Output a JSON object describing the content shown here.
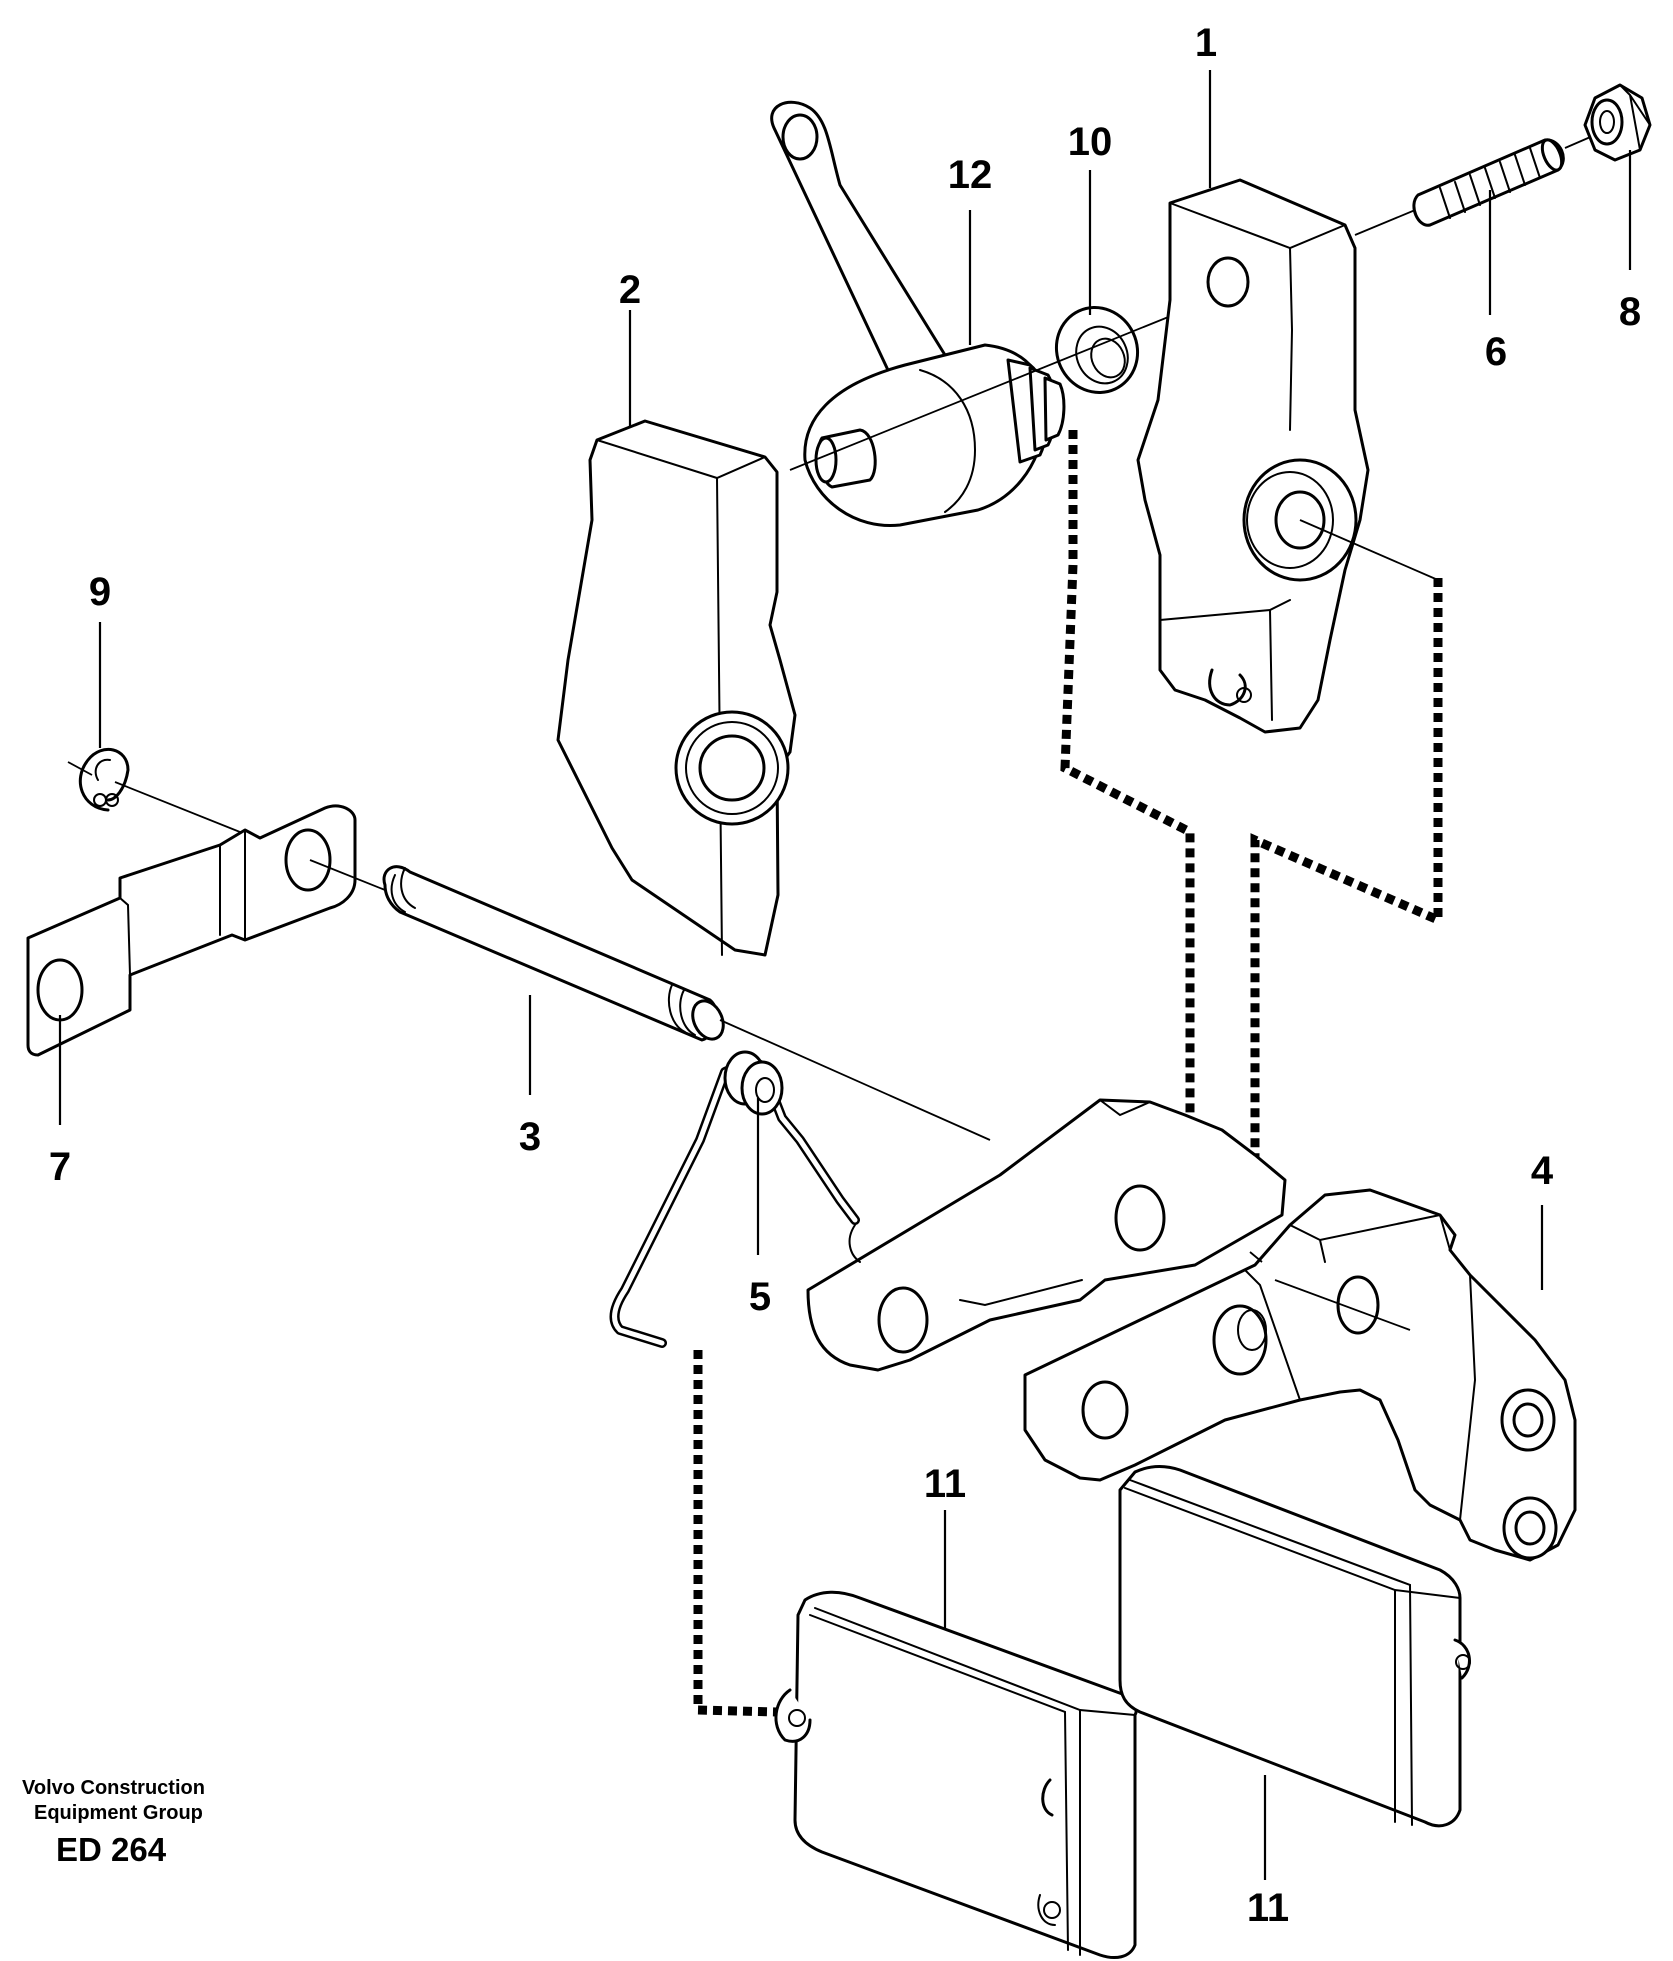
{
  "credit": {
    "line1": "Volvo Construction",
    "line2": "Equipment Group",
    "code": "ED 264"
  },
  "callouts": [
    "1",
    "2",
    "3",
    "4",
    "5",
    "6",
    "7",
    "8",
    "9",
    "10",
    "11",
    "11",
    "12"
  ]
}
